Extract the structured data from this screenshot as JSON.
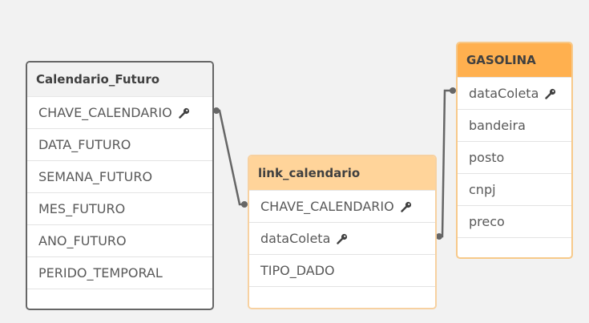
{
  "tables": {
    "calendario": {
      "title": "Calendario_Futuro",
      "fields": [
        "CHAVE_CALENDARIO",
        "DATA_FUTURO",
        "SEMANA_FUTURO",
        "MES_FUTURO",
        "ANO_FUTURO",
        "PERIDO_TEMPORAL"
      ]
    },
    "link": {
      "title": "link_calendario",
      "fields": [
        "CHAVE_CALENDARIO",
        "dataColeta",
        "TIPO_DADO"
      ]
    },
    "gasolina": {
      "title": "GASOLINA",
      "fields": [
        "dataColeta",
        "bandeira",
        "posto",
        "cnpj",
        "preco"
      ]
    }
  },
  "key_icon": "key-icon",
  "colors": {
    "background": "#f2f2f2",
    "calendario_header": "#f2f2f2",
    "link_header": "#ffd49a",
    "gasolina_header": "#ffb04f",
    "connector": "#666666"
  }
}
